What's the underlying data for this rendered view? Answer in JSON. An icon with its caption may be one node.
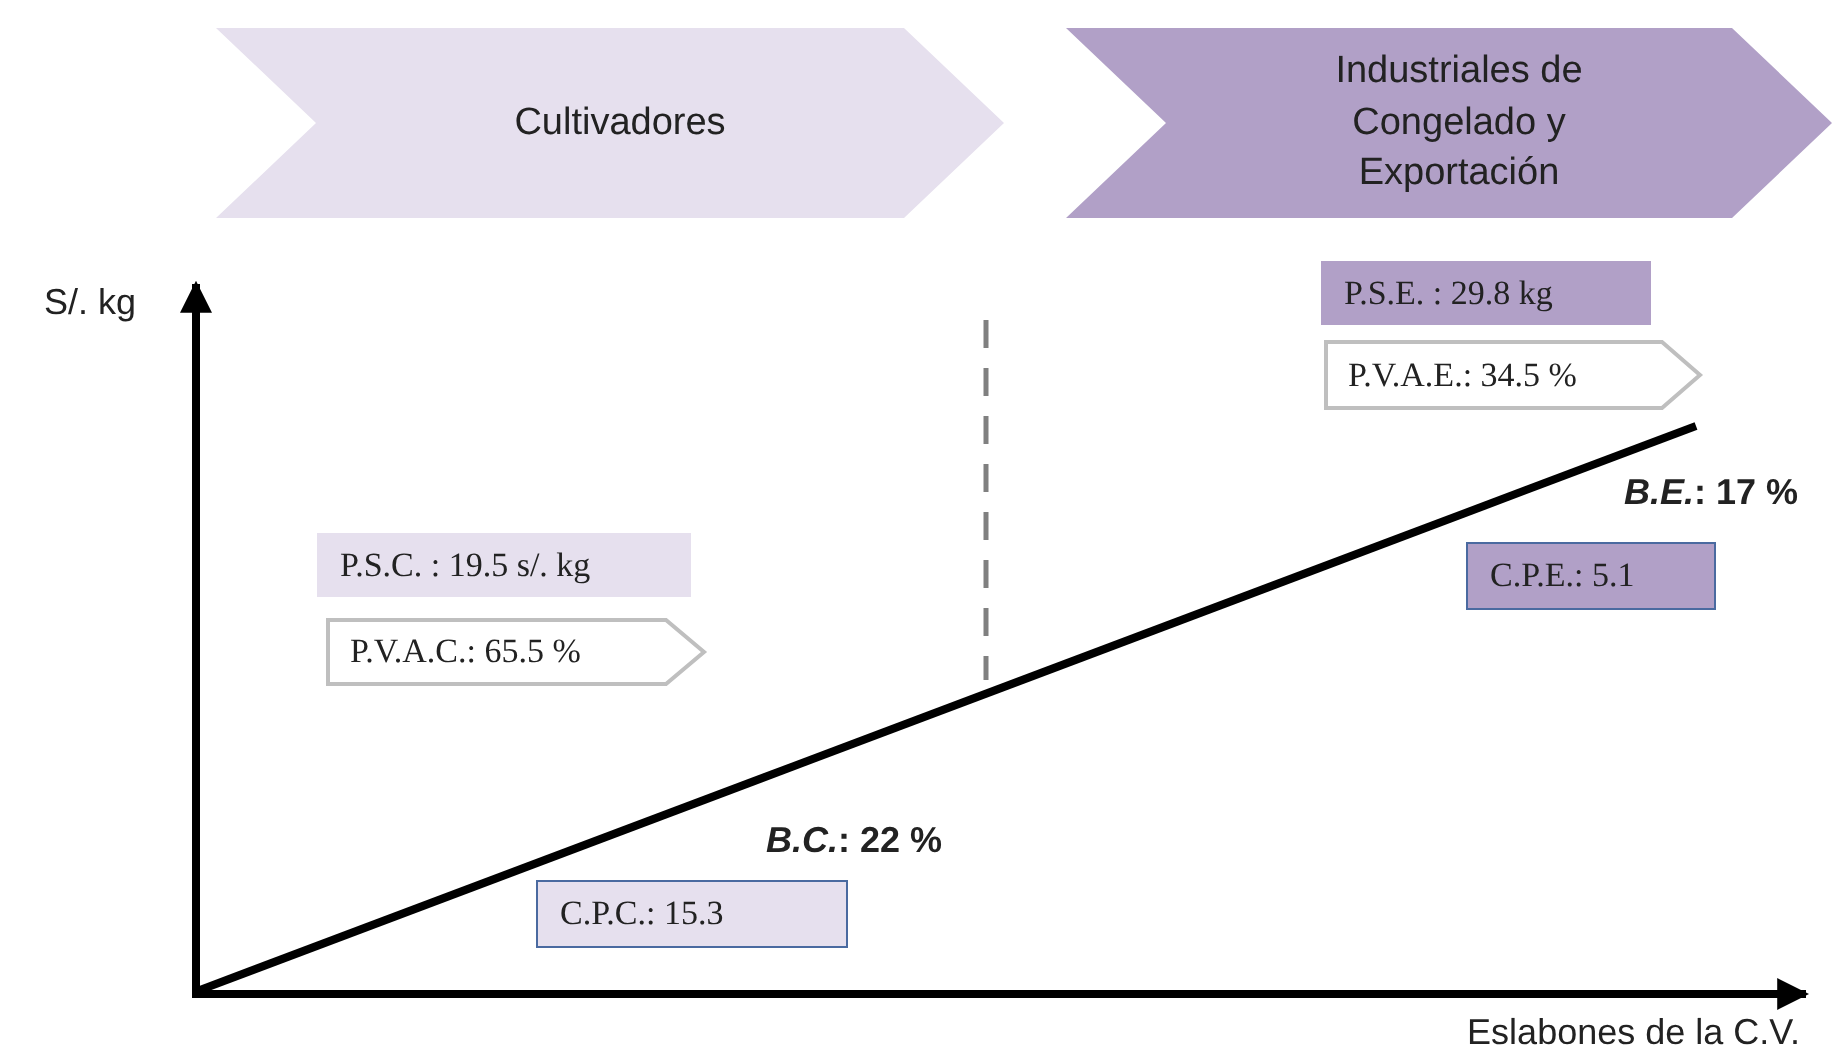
{
  "diagram": {
    "nodes": [
      {
        "text": [
          "Cultivadores"
        ]
      },
      {
        "text": [
          "Industriales de Congelado y Exportación"
        ]
      },
      {
        "text": [
          "P.S.C. : 19.5 s/. kg"
        ]
      },
      {
        "text": [
          "P.V.A.C.: 65.5 %"
        ]
      },
      {
        "text": [
          "C.P.C.: 15.3"
        ]
      },
      {
        "text": [
          "P.S.E. : 29.8 kg"
        ]
      },
      {
        "text": [
          "P.V.A.E.: 34.5 %"
        ]
      },
      {
        "text": [
          "C.P.E.: 5.1"
        ]
      }
    ],
    "edges": [],
    "labels": [
      "S/. kg",
      "*B.E.*: 17 %",
      "*B.C.*: 22 %",
      "Eslabones de la C.V."
    ]
  }
}
